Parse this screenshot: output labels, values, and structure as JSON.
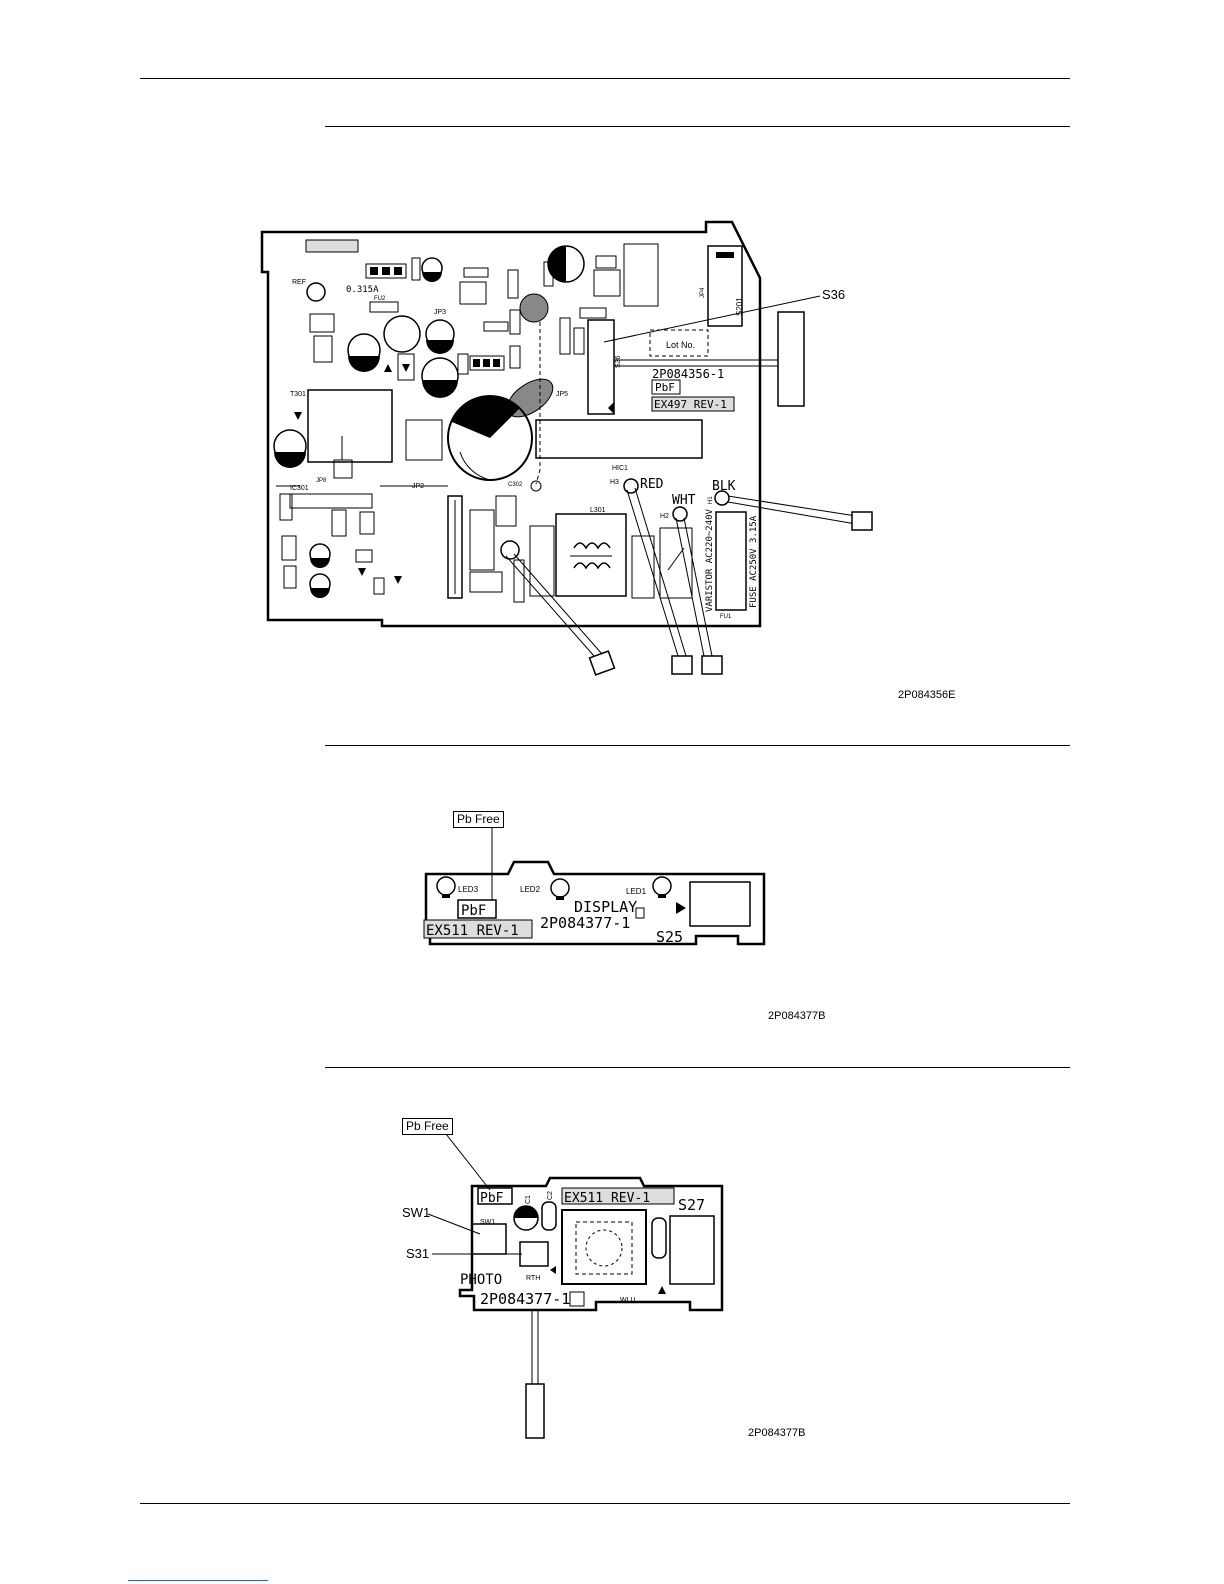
{
  "board1": {
    "callout_s36": "S36",
    "drawing_number": "2P084356E",
    "pcb_marks": {
      "pbf": "PbF",
      "part_no": "2P084356-1",
      "rev": "EX497 REV-1",
      "lot": "Lot No.",
      "red": "RED",
      "wht": "WHT",
      "blk": "BLK",
      "h1": "H1",
      "h2": "H2",
      "h3": "H3",
      "fuse": "FUSE AC250V 3.15A",
      "varistor": "VARISTOR AC220~240V",
      "fu1": "FU1",
      "fu2": "FU2",
      "fuse_small": "0.315A",
      "ic301": "IC301",
      "jp2": "JP2",
      "jp3": "JP3",
      "jp5": "JP5",
      "jp8": "JP8",
      "jp4": "JP4",
      "s201": "S201",
      "t301": "T301",
      "ref": "REF",
      "l301": "L301",
      "c302": "C302",
      "hic1": "HIC1",
      "s36_mark": "S36"
    }
  },
  "board2": {
    "pb_free": "Pb Free",
    "drawing_number": "2P084377B",
    "pcb_marks": {
      "led1": "LED1",
      "led2": "LED2",
      "led3": "LED3",
      "pbf": "PbF",
      "display": "DISPLAY",
      "part_no": "2P084377-1",
      "rev": "EX511 REV-1",
      "s25": "S25"
    }
  },
  "board3": {
    "pb_free": "Pb Free",
    "callout_sw1": "SW1",
    "callout_s31": "S31",
    "drawing_number": "2P084377B",
    "pcb_marks": {
      "pbf": "PbF",
      "rev": "EX511 REV-1",
      "s27": "S27",
      "sw1": "SW1",
      "photo": "PHOTO",
      "part_no": "2P084377-1",
      "rth": "RTH",
      "wlu": "WLU",
      "c1": "C1",
      "c2": "C2"
    }
  }
}
